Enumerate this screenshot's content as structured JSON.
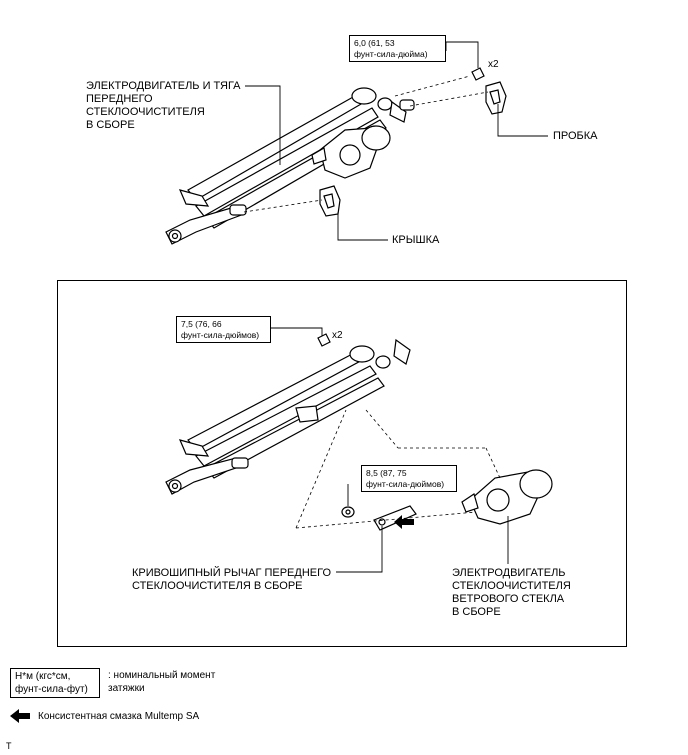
{
  "top": {
    "assembly_label": "ЭЛЕКТРОДВИГАТЕЛЬ И ТЯГА\nПЕРЕДНЕГО\nСТЕКЛООЧИСТИТЕЛЯ\nВ СБОРЕ",
    "torque": "6,0 (61, 53\nфунт-сила-дюйма)",
    "qty": "x2",
    "plug_label": "ПРОБКА",
    "cover_label": "КРЫШКА"
  },
  "detail": {
    "torque_bolt": "7,5 (76, 66\nфунт-сила-дюймов)",
    "qty": "x2",
    "torque_nut": "8,5 (87, 75\nфунт-сила-дюймов)",
    "crank_label": "КРИВОШИПНЫЙ РЫЧАГ ПЕРЕДНЕГО\nСТЕКЛООЧИСТИТЕЛЯ В СБОРЕ",
    "motor_label": "ЭЛЕКТРОДВИГАТЕЛЬ\nСТЕКЛООЧИСТИТЕЛЯ\nВЕТРОВОГО СТЕКЛА\nВ СБОРЕ"
  },
  "legend": {
    "torque_units": "Н*м (кгс*см,\nфунт-сила-фут)",
    "torque_desc": ": номинальный момент\nзатяжки",
    "grease": "Консистентная смазка Multemp SA"
  },
  "footer_mark": "T"
}
